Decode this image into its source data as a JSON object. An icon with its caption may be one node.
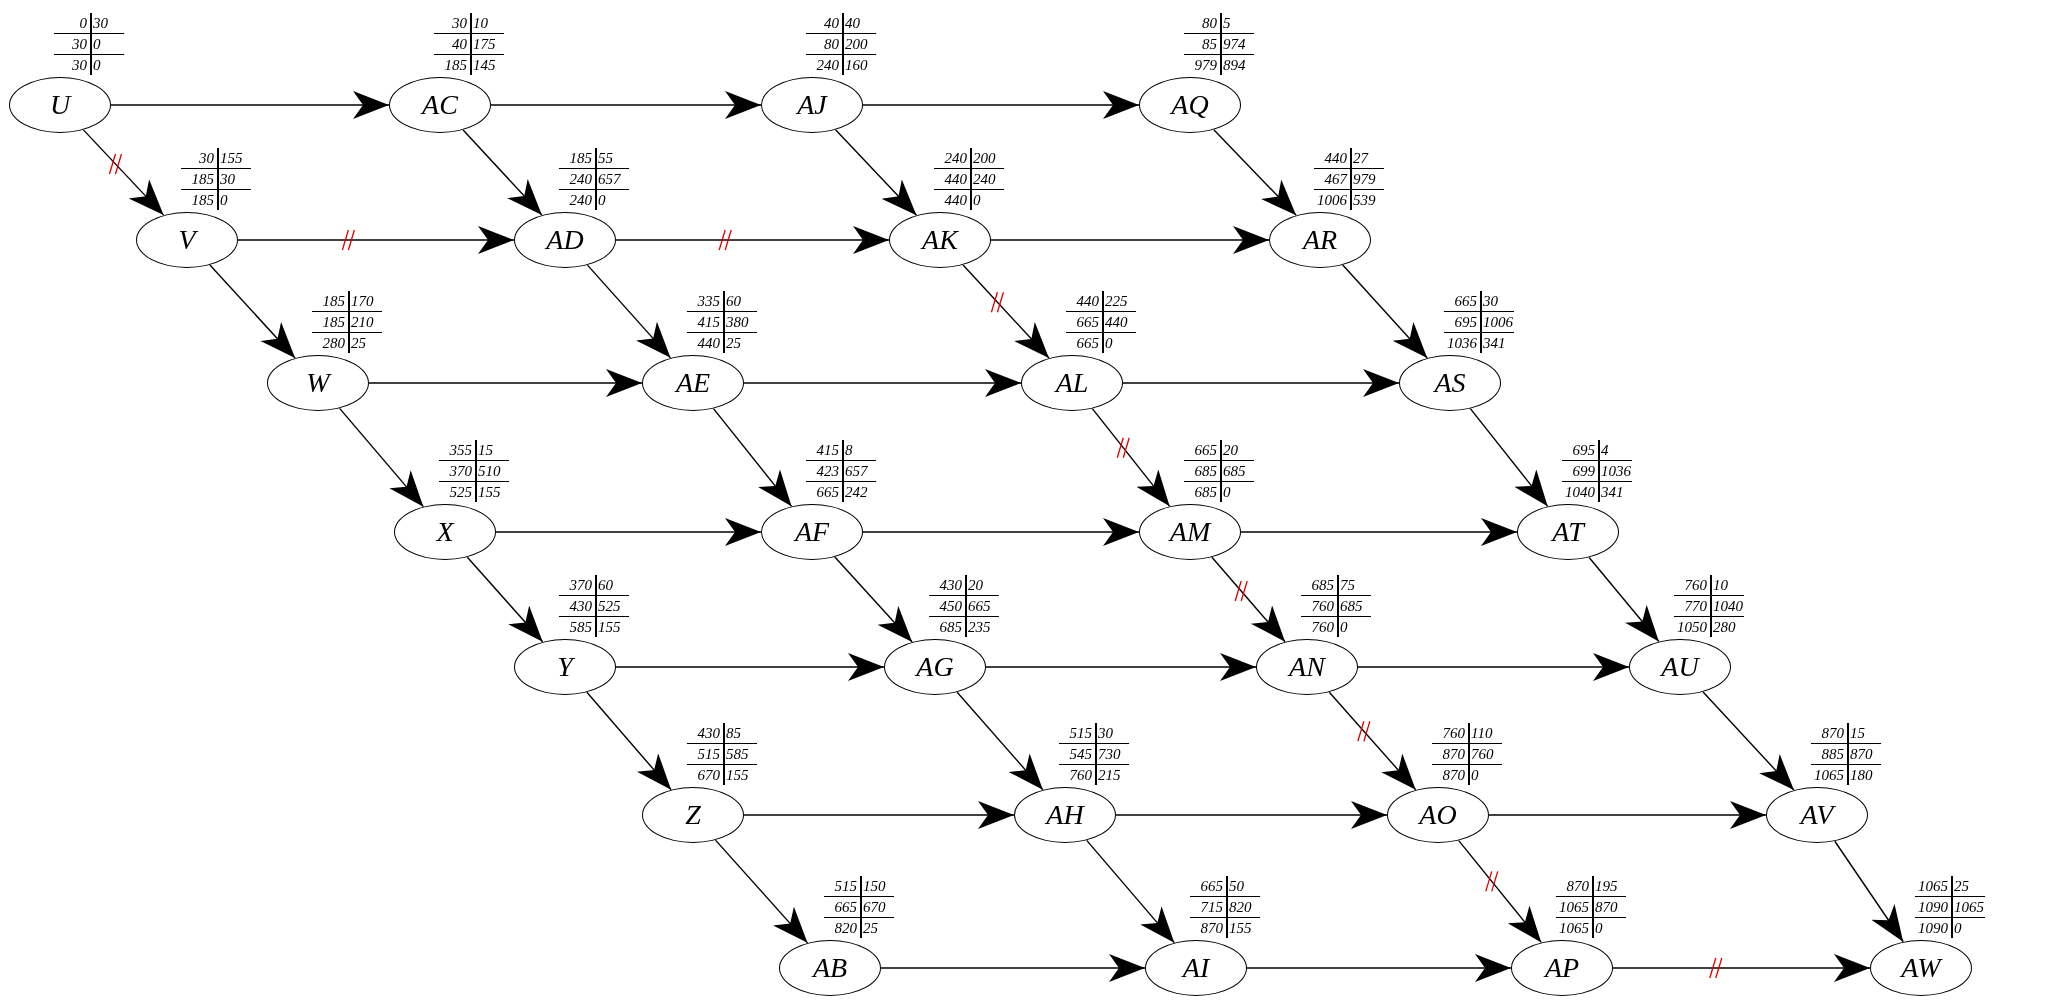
{
  "diagram": {
    "nodes": [
      {
        "text": [
          "U"
        ],
        "beside": [
          "0",
          "30",
          "30",
          "0",
          "30",
          "0"
        ]
      },
      {
        "text": [
          "AC"
        ],
        "beside": [
          "30",
          "10",
          "40",
          "175",
          "185",
          "145"
        ]
      },
      {
        "text": [
          "AJ"
        ],
        "beside": [
          "40",
          "40",
          "80",
          "200",
          "240",
          "160"
        ]
      },
      {
        "text": [
          "AQ"
        ],
        "beside": [
          "80",
          "5",
          "85",
          "974",
          "979",
          "894"
        ]
      },
      {
        "text": [
          "V"
        ],
        "beside": [
          "30",
          "155",
          "185",
          "30",
          "185",
          "0"
        ]
      },
      {
        "text": [
          "AD"
        ],
        "beside": [
          "185",
          "55",
          "240",
          "657",
          "240",
          "0"
        ]
      },
      {
        "text": [
          "AK"
        ],
        "beside": [
          "240",
          "200",
          "440",
          "240",
          "440",
          "0"
        ]
      },
      {
        "text": [
          "AR"
        ],
        "beside": [
          "440",
          "27",
          "467",
          "979",
          "1006",
          "539"
        ]
      },
      {
        "text": [
          "W"
        ],
        "beside": [
          "185",
          "170",
          "185",
          "210",
          "280",
          "25"
        ]
      },
      {
        "text": [
          "AE"
        ],
        "beside": [
          "335",
          "60",
          "415",
          "380",
          "440",
          "25"
        ]
      },
      {
        "text": [
          "AL"
        ],
        "beside": [
          "440",
          "225",
          "665",
          "440",
          "665",
          "0"
        ]
      },
      {
        "text": [
          "AS"
        ],
        "beside": [
          "665",
          "30",
          "695",
          "1006",
          "1036",
          "341"
        ]
      },
      {
        "text": [
          "X"
        ],
        "beside": [
          "355",
          "15",
          "370",
          "510",
          "525",
          "155"
        ]
      },
      {
        "text": [
          "AF"
        ],
        "beside": [
          "415",
          "8",
          "423",
          "657",
          "665",
          "242"
        ]
      },
      {
        "text": [
          "AM"
        ],
        "beside": [
          "665",
          "20",
          "685",
          "685",
          "685",
          "0"
        ]
      },
      {
        "text": [
          "AT"
        ],
        "beside": [
          "695",
          "4",
          "699",
          "1036",
          "1040",
          "341"
        ]
      },
      {
        "text": [
          "Y"
        ],
        "beside": [
          "370",
          "60",
          "430",
          "525",
          "585",
          "155"
        ]
      },
      {
        "text": [
          "AG"
        ],
        "beside": [
          "430",
          "20",
          "450",
          "665",
          "685",
          "235"
        ]
      },
      {
        "text": [
          "AN"
        ],
        "beside": [
          "685",
          "75",
          "760",
          "685",
          "760",
          "0"
        ]
      },
      {
        "text": [
          "AU"
        ],
        "beside": [
          "760",
          "10",
          "770",
          "1040",
          "1050",
          "280"
        ]
      },
      {
        "text": [
          "Z"
        ],
        "beside": [
          "430",
          "85",
          "515",
          "585",
          "670",
          "155"
        ]
      },
      {
        "text": [
          "AH"
        ],
        "beside": [
          "515",
          "30",
          "545",
          "730",
          "760",
          "215"
        ]
      },
      {
        "text": [
          "AO"
        ],
        "beside": [
          "760",
          "110",
          "870",
          "760",
          "870",
          "0"
        ]
      },
      {
        "text": [
          "AV"
        ],
        "beside": [
          "870",
          "15",
          "885",
          "870",
          "1065",
          "180"
        ]
      },
      {
        "text": [
          "AB"
        ],
        "beside": [
          "515",
          "150",
          "665",
          "670",
          "820",
          "25"
        ]
      },
      {
        "text": [
          "AI"
        ],
        "beside": [
          "665",
          "50",
          "715",
          "820",
          "870",
          "155"
        ]
      },
      {
        "text": [
          "AP"
        ],
        "beside": [
          "870",
          "195",
          "1065",
          "870",
          "1065",
          "0"
        ]
      },
      {
        "text": [
          "AW"
        ],
        "beside": [
          "1065",
          "25",
          "1090",
          "1065",
          "1090",
          "0"
        ]
      }
    ],
    "edges": [
      {
        "from": 0,
        "to": 1,
        "arrow": "to"
      },
      {
        "from": 1,
        "to": 2,
        "arrow": "to"
      },
      {
        "from": 2,
        "to": 3,
        "arrow": "to"
      },
      {
        "from": 0,
        "to": 4,
        "arrow": "to"
      },
      {
        "from": 1,
        "to": 5,
        "arrow": "to"
      },
      {
        "from": 2,
        "to": 6,
        "arrow": "to"
      },
      {
        "from": 3,
        "to": 7,
        "arrow": "to"
      },
      {
        "from": 4,
        "to": 5,
        "arrow": "to"
      },
      {
        "from": 5,
        "to": 6,
        "arrow": "to"
      },
      {
        "from": 6,
        "to": 7,
        "arrow": "to"
      },
      {
        "from": 4,
        "to": 8,
        "arrow": "to"
      },
      {
        "from": 5,
        "to": 9,
        "arrow": "to"
      },
      {
        "from": 6,
        "to": 10,
        "arrow": "to"
      },
      {
        "from": 7,
        "to": 11,
        "arrow": "to"
      },
      {
        "from": 8,
        "to": 9,
        "arrow": "to"
      },
      {
        "from": 9,
        "to": 10,
        "arrow": "to"
      },
      {
        "from": 10,
        "to": 11,
        "arrow": "to"
      },
      {
        "from": 8,
        "to": 12,
        "arrow": "to"
      },
      {
        "from": 9,
        "to": 13,
        "arrow": "to"
      },
      {
        "from": 10,
        "to": 14,
        "arrow": "to"
      },
      {
        "from": 11,
        "to": 15,
        "arrow": "to"
      },
      {
        "from": 12,
        "to": 13,
        "arrow": "to"
      },
      {
        "from": 13,
        "to": 14,
        "arrow": "to"
      },
      {
        "from": 14,
        "to": 15,
        "arrow": "to"
      },
      {
        "from": 12,
        "to": 16,
        "arrow": "to"
      },
      {
        "from": 13,
        "to": 17,
        "arrow": "to"
      },
      {
        "from": 14,
        "to": 18,
        "arrow": "to"
      },
      {
        "from": 15,
        "to": 19,
        "arrow": "to"
      },
      {
        "from": 16,
        "to": 17,
        "arrow": "to"
      },
      {
        "from": 17,
        "to": 18,
        "arrow": "to"
      },
      {
        "from": 18,
        "to": 19,
        "arrow": "to"
      },
      {
        "from": 16,
        "to": 20,
        "arrow": "to"
      },
      {
        "from": 17,
        "to": 21,
        "arrow": "to"
      },
      {
        "from": 18,
        "to": 22,
        "arrow": "to"
      },
      {
        "from": 19,
        "to": 23,
        "arrow": "to"
      },
      {
        "from": 20,
        "to": 21,
        "arrow": "to"
      },
      {
        "from": 21,
        "to": 22,
        "arrow": "to"
      },
      {
        "from": 22,
        "to": 23,
        "arrow": "to"
      },
      {
        "from": 20,
        "to": 24,
        "arrow": "to"
      },
      {
        "from": 21,
        "to": 25,
        "arrow": "to"
      },
      {
        "from": 22,
        "to": 26,
        "arrow": "to"
      },
      {
        "from": 23,
        "to": 27,
        "arrow": "to"
      },
      {
        "from": 24,
        "to": 25,
        "arrow": "to"
      },
      {
        "from": 25,
        "to": 26,
        "arrow": "to"
      },
      {
        "from": 26,
        "to": 27,
        "arrow": "to"
      }
    ]
  }
}
